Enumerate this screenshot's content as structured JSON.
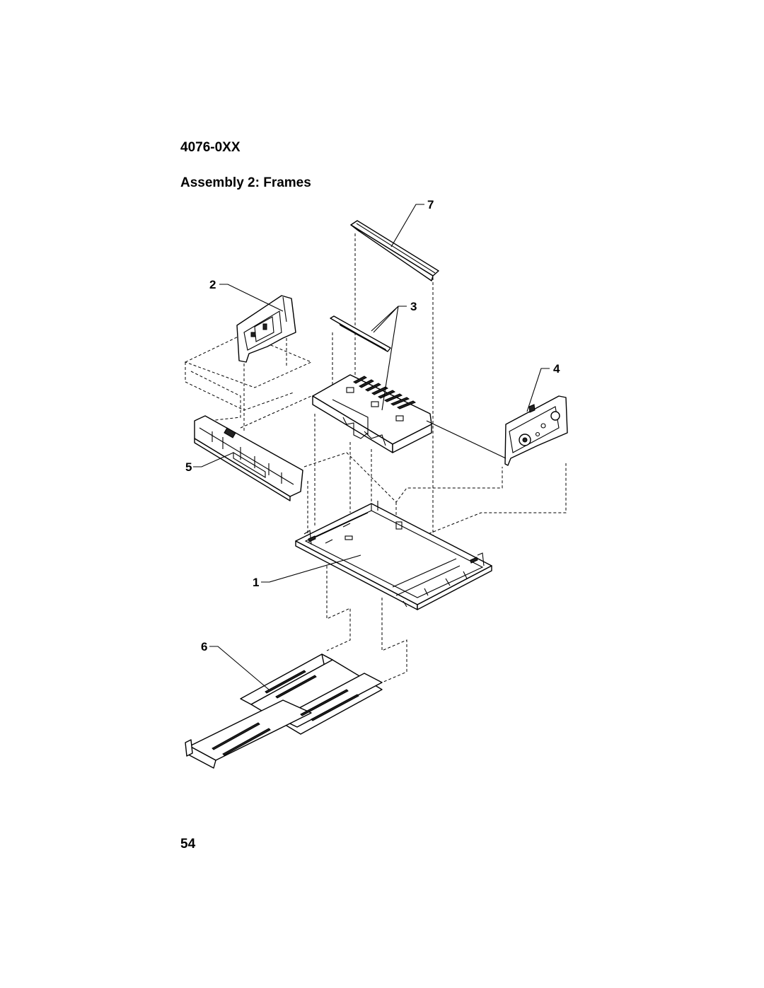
{
  "header": {
    "model": "4076-0XX",
    "title": "Assembly 2: Frames"
  },
  "diagram": {
    "callouts": [
      {
        "id": "callout-1",
        "label": "1"
      },
      {
        "id": "callout-2",
        "label": "2"
      },
      {
        "id": "callout-3",
        "label": "3"
      },
      {
        "id": "callout-4",
        "label": "4"
      },
      {
        "id": "callout-5",
        "label": "5"
      },
      {
        "id": "callout-6",
        "label": "6"
      },
      {
        "id": "callout-7",
        "label": "7"
      }
    ]
  },
  "footer": {
    "page_number": "54"
  }
}
